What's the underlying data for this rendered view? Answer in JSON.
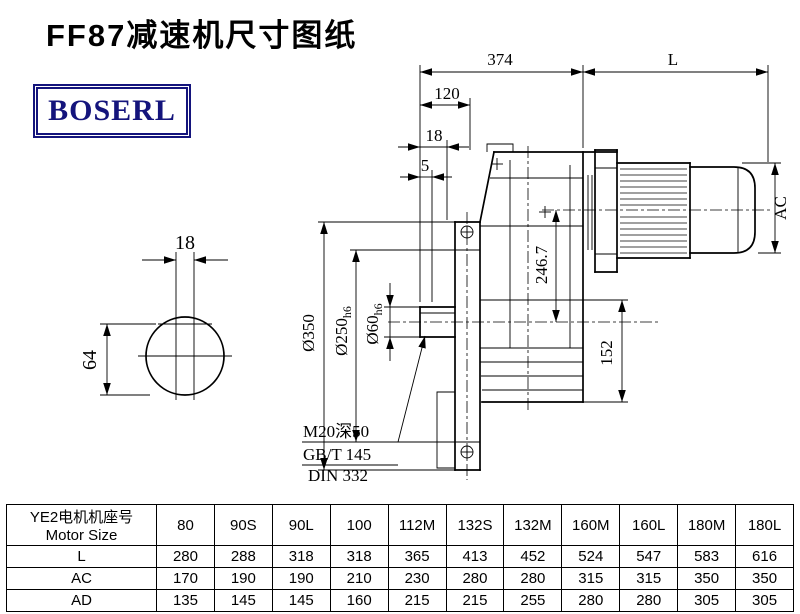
{
  "title": "FF87减速机尺寸图纸",
  "logo": "BOSERL",
  "drawing": {
    "dims": {
      "top_374": "374",
      "top_L": "L",
      "top_120": "120",
      "top_18": "18",
      "top_5": "5",
      "ac": "AC",
      "h246": "246.7",
      "d350": "Ø350",
      "d250": "Ø250",
      "d250_suffix": "h6",
      "d60": "Ø60",
      "d60_suffix": "h6",
      "v152": "152",
      "key18": "18",
      "key64": "64"
    },
    "notes": {
      "thread": "M20深50",
      "standard1": "GB/T 145",
      "standard2": "DIN 332"
    }
  },
  "table": {
    "header_cn": "YE2电机机座号",
    "header_en": "Motor Size",
    "columns": [
      "80",
      "90S",
      "90L",
      "100",
      "112M",
      "132S",
      "132M",
      "160M",
      "160L",
      "180M",
      "180L"
    ],
    "rows": [
      {
        "label": "L",
        "values": [
          "280",
          "288",
          "318",
          "318",
          "365",
          "413",
          "452",
          "524",
          "547",
          "583",
          "616"
        ]
      },
      {
        "label": "AC",
        "values": [
          "170",
          "190",
          "190",
          "210",
          "230",
          "280",
          "280",
          "315",
          "315",
          "350",
          "350"
        ]
      },
      {
        "label": "AD",
        "values": [
          "135",
          "145",
          "145",
          "160",
          "215",
          "215",
          "255",
          "280",
          "280",
          "305",
          "305"
        ]
      }
    ]
  }
}
